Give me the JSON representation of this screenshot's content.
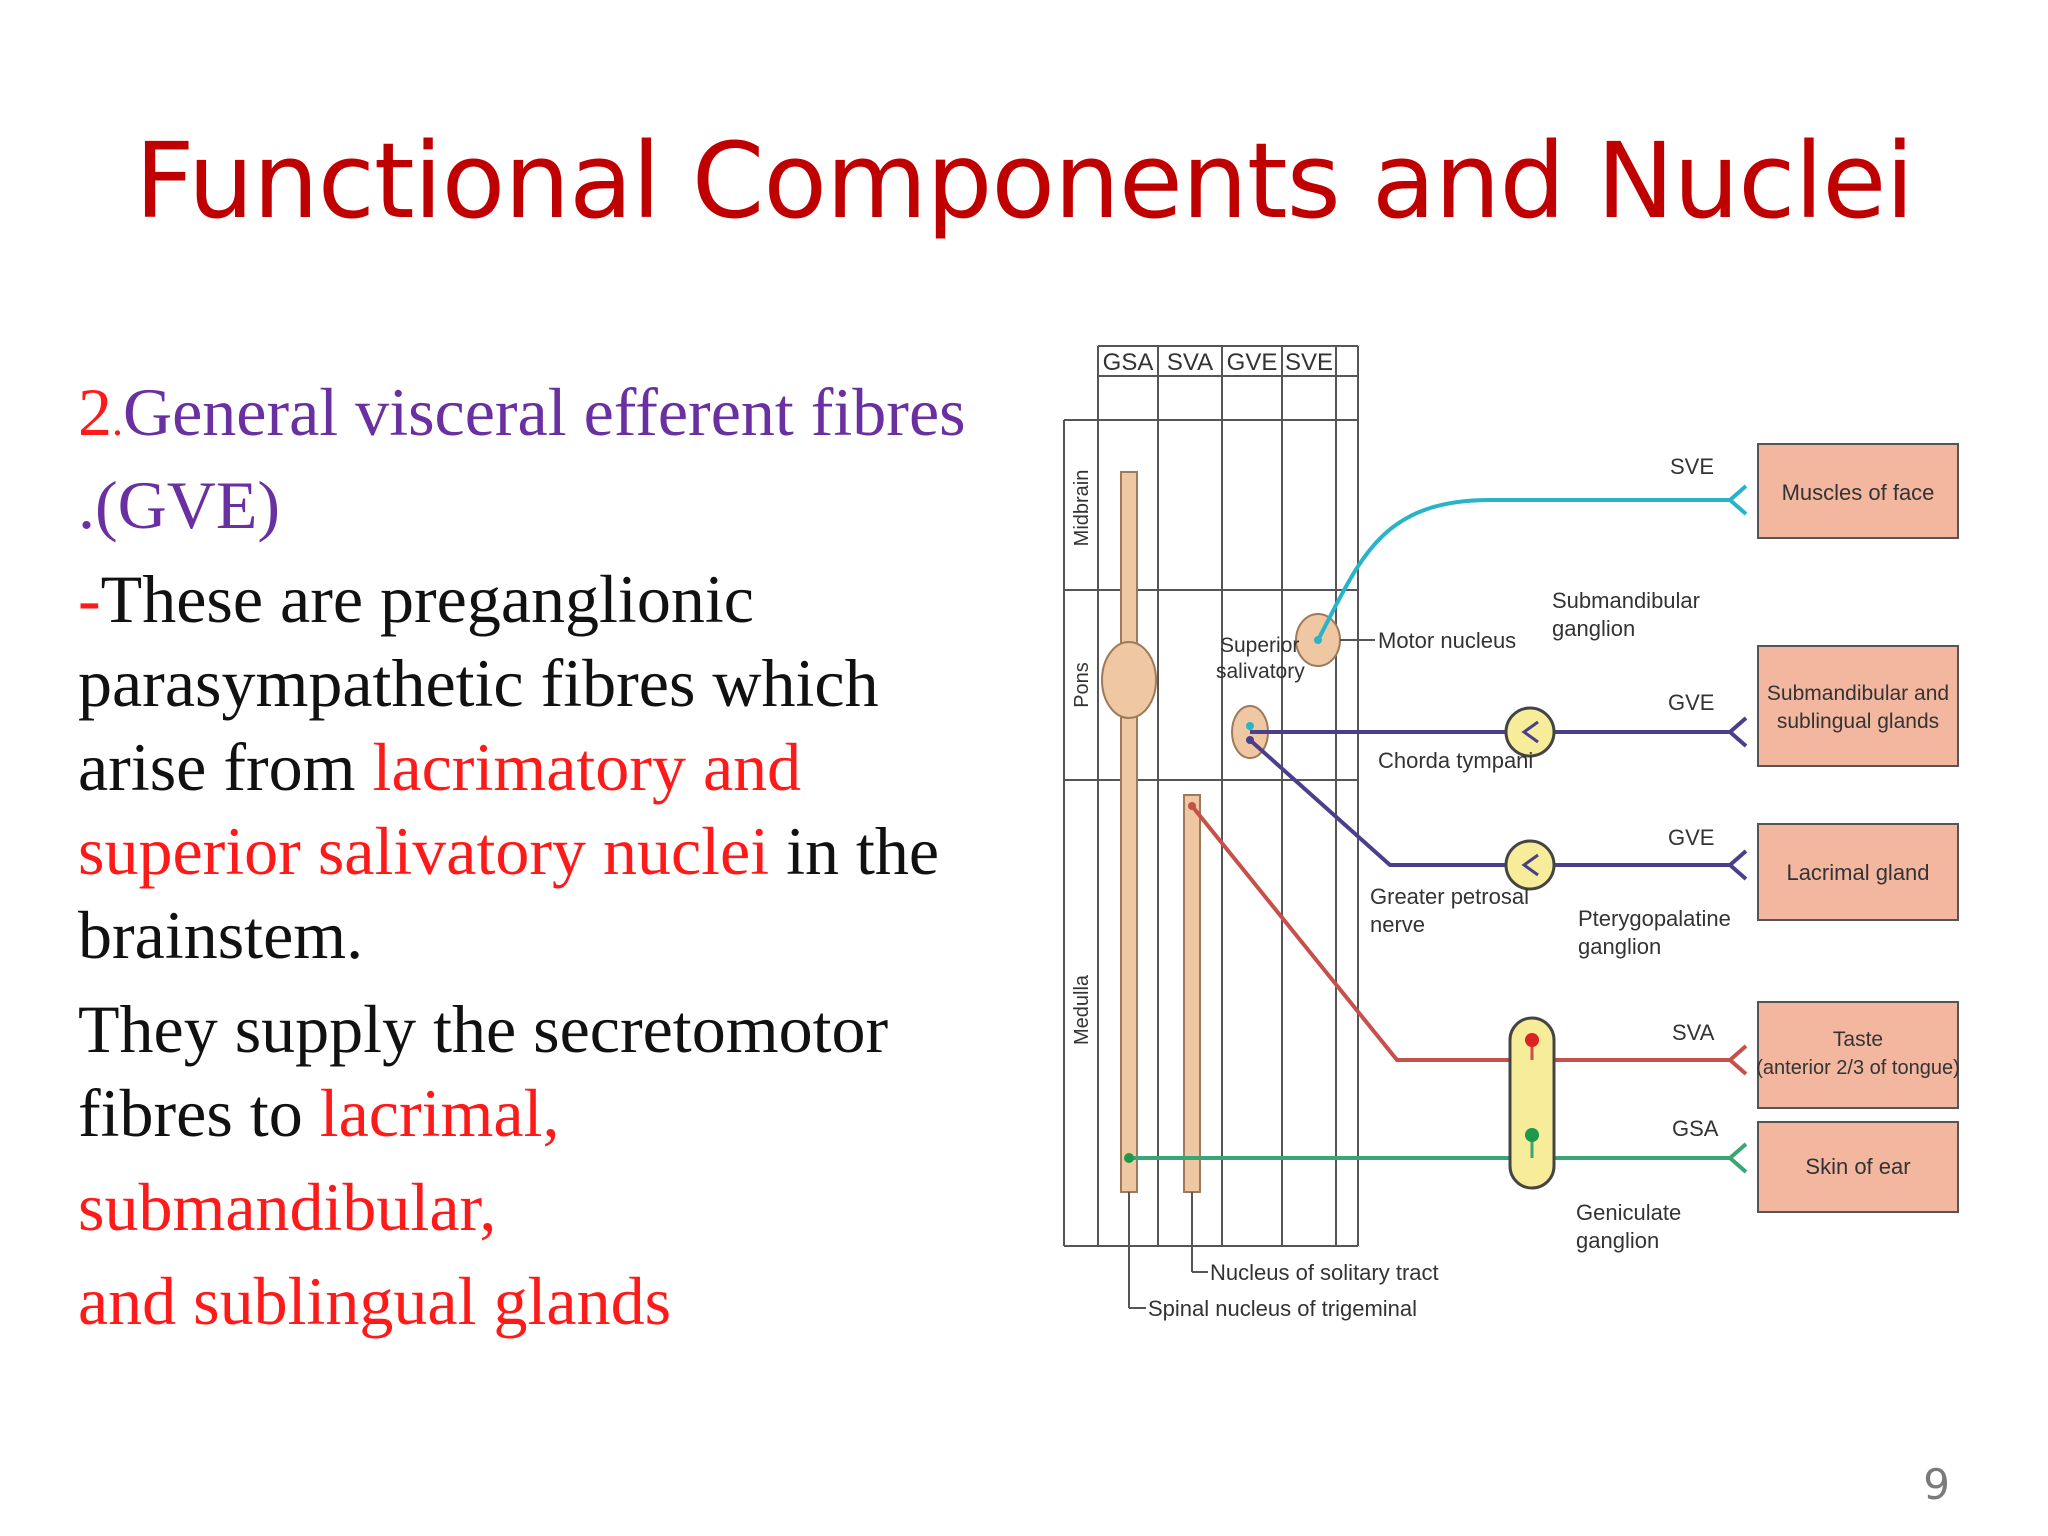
{
  "slide": {
    "title": "Functional Components and Nuclei",
    "page_number": "9"
  },
  "text": {
    "heading_num": "2",
    "heading_dot": ".",
    "heading_main": "General visceral efferent fibres",
    "heading_abbr": ".(GVE)",
    "dash": "-",
    "p1_a": "These are preganglionic parasympathetic fibres which arise from ",
    "p1_red": "lacrimatory and superior salivatory nuclei",
    "p1_b": " in the brainstem.",
    "p2_a": "They supply the secretomotor fibres to ",
    "p2_red": "lacrimal,",
    "line3": "submandibular,",
    "line4": "and sublingual glands"
  },
  "diagram": {
    "columns": [
      "GSA",
      "SVA",
      "GVE",
      "SVE"
    ],
    "regions": [
      "Midbrain",
      "Pons",
      "Medulla"
    ],
    "labels": {
      "motor_nucleus": "Motor nucleus",
      "superior_salivatory_1": "Superior",
      "superior_salivatory_2": "salivatory",
      "submandibular_ganglion_1": "Submandibular",
      "submandibular_ganglion_2": "ganglion",
      "chorda_tympani": "Chorda tympani",
      "greater_petrosal_1": "Greater petrosal",
      "greater_petrosal_2": "nerve",
      "pterygopalatine_1": "Pterygopalatine",
      "pterygopalatine_2": "ganglion",
      "geniculate_1": "Geniculate",
      "geniculate_2": "ganglion",
      "nucleus_solitary": "Nucleus of solitary tract",
      "spinal_trigeminal": "Spinal nucleus of trigeminal"
    },
    "fibre_tags": {
      "sve": "SVE",
      "gve1": "GVE",
      "gve2": "GVE",
      "sva": "SVA",
      "gsa": "GSA"
    },
    "targets": {
      "face": "Muscles of face",
      "submand_1": "Submandibular and",
      "submand_2": "sublingual glands",
      "lacrimal": "Lacrimal gland",
      "taste_1": "Taste",
      "taste_2": "(anterior 2/3 of tongue)",
      "skin": "Skin of ear"
    },
    "colors": {
      "sve": "#27b4c8",
      "gve": "#4b3f8c",
      "sva": "#c8504a",
      "gsa": "#3aa676",
      "nucleus": "#efc7a2",
      "ganglion": "#f6ec99",
      "target_box": "#f3b7a0"
    }
  }
}
